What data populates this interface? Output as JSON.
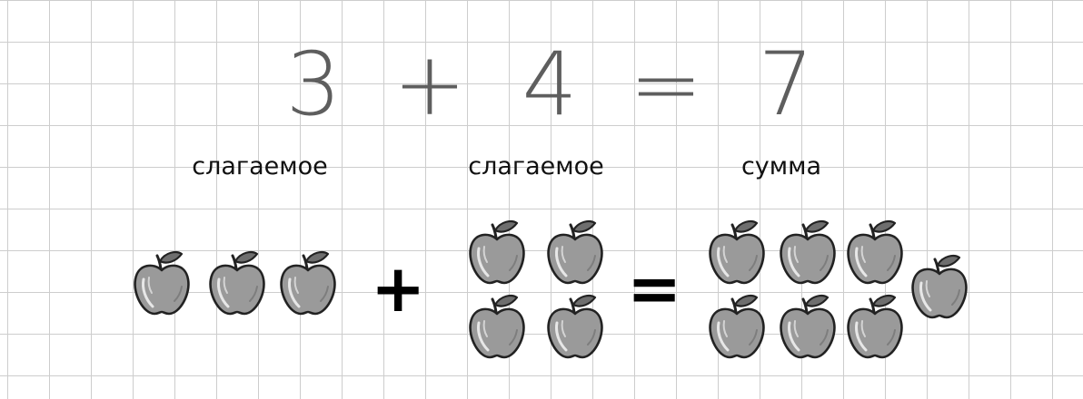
{
  "equation": {
    "addend1": "3",
    "plus": "+",
    "addend2": "4",
    "equals": "=",
    "sum": "7"
  },
  "labels": {
    "addend1": "слагаемое",
    "addend2": "слагаемое",
    "sum": "сумма"
  },
  "picture": {
    "plus": "+",
    "equals": "=",
    "group1_count": 3,
    "group2_count": 4,
    "group3_count": 7,
    "apple_icon": "apple-icon",
    "apple_fill": "#9a9a9a",
    "leaf_fill": "#6e6e6e"
  }
}
